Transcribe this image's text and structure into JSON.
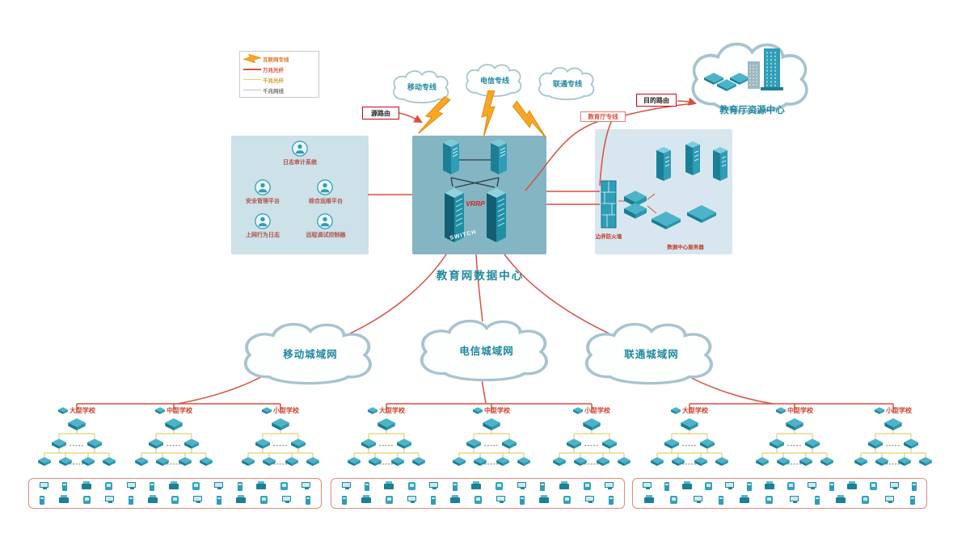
{
  "legend": {
    "items": [
      {
        "label": "互联网专线",
        "color": "#e07a2a",
        "type": "lightning"
      },
      {
        "label": "万兆光纤",
        "color": "#d9503f",
        "type": "line"
      },
      {
        "label": "千兆光纤",
        "color": "#c9a227",
        "type": "line"
      },
      {
        "label": "千兆网线",
        "color": "#8a8a8a",
        "type": "line"
      }
    ]
  },
  "uplink_clouds": [
    {
      "label": "移动专线"
    },
    {
      "label": "电信专线"
    },
    {
      "label": "联通专线"
    }
  ],
  "route_tags": {
    "source": "源路由",
    "destination": "目的路由",
    "edu_line": "教育厅专线"
  },
  "resource_center": {
    "label": "教育厅资源中心"
  },
  "datacenter": {
    "label": "教育网数据中心",
    "vrrp_label": "VRRP",
    "switch_label": "SWITCH"
  },
  "mgmt_panel": {
    "items": [
      {
        "label": "日志审计系统"
      },
      {
        "label": "安全管理平台"
      },
      {
        "label": "综合运维平台"
      },
      {
        "label": "上网行为日志"
      },
      {
        "label": "远程调试控制器"
      }
    ]
  },
  "server_panel": {
    "firewall_label": "边界防火墙",
    "servers_label": "数据中心服务器"
  },
  "metro_clouds": [
    {
      "label": "移动城域网"
    },
    {
      "label": "电信城域网"
    },
    {
      "label": "联通城域网"
    }
  ],
  "school_groups": [
    {
      "schools": [
        {
          "label": "大型学校"
        },
        {
          "label": "中型学校"
        },
        {
          "label": "小型学校"
        }
      ]
    },
    {
      "schools": [
        {
          "label": "大型学校"
        },
        {
          "label": "中型学校"
        },
        {
          "label": "小型学校"
        }
      ]
    },
    {
      "schools": [
        {
          "label": "大型学校"
        },
        {
          "label": "中型学校"
        },
        {
          "label": "小型学校"
        }
      ]
    }
  ],
  "decor": {
    "dashes": "-----",
    "terminal_rows": 2,
    "terminals_per_row": 13
  },
  "colors": {
    "link_red": "#d9503f",
    "tree_yellow": "#dcc94e",
    "device_teal": "#2f9db5",
    "bolt_orange": "#f7a723",
    "label_teal": "#1f89a1"
  }
}
